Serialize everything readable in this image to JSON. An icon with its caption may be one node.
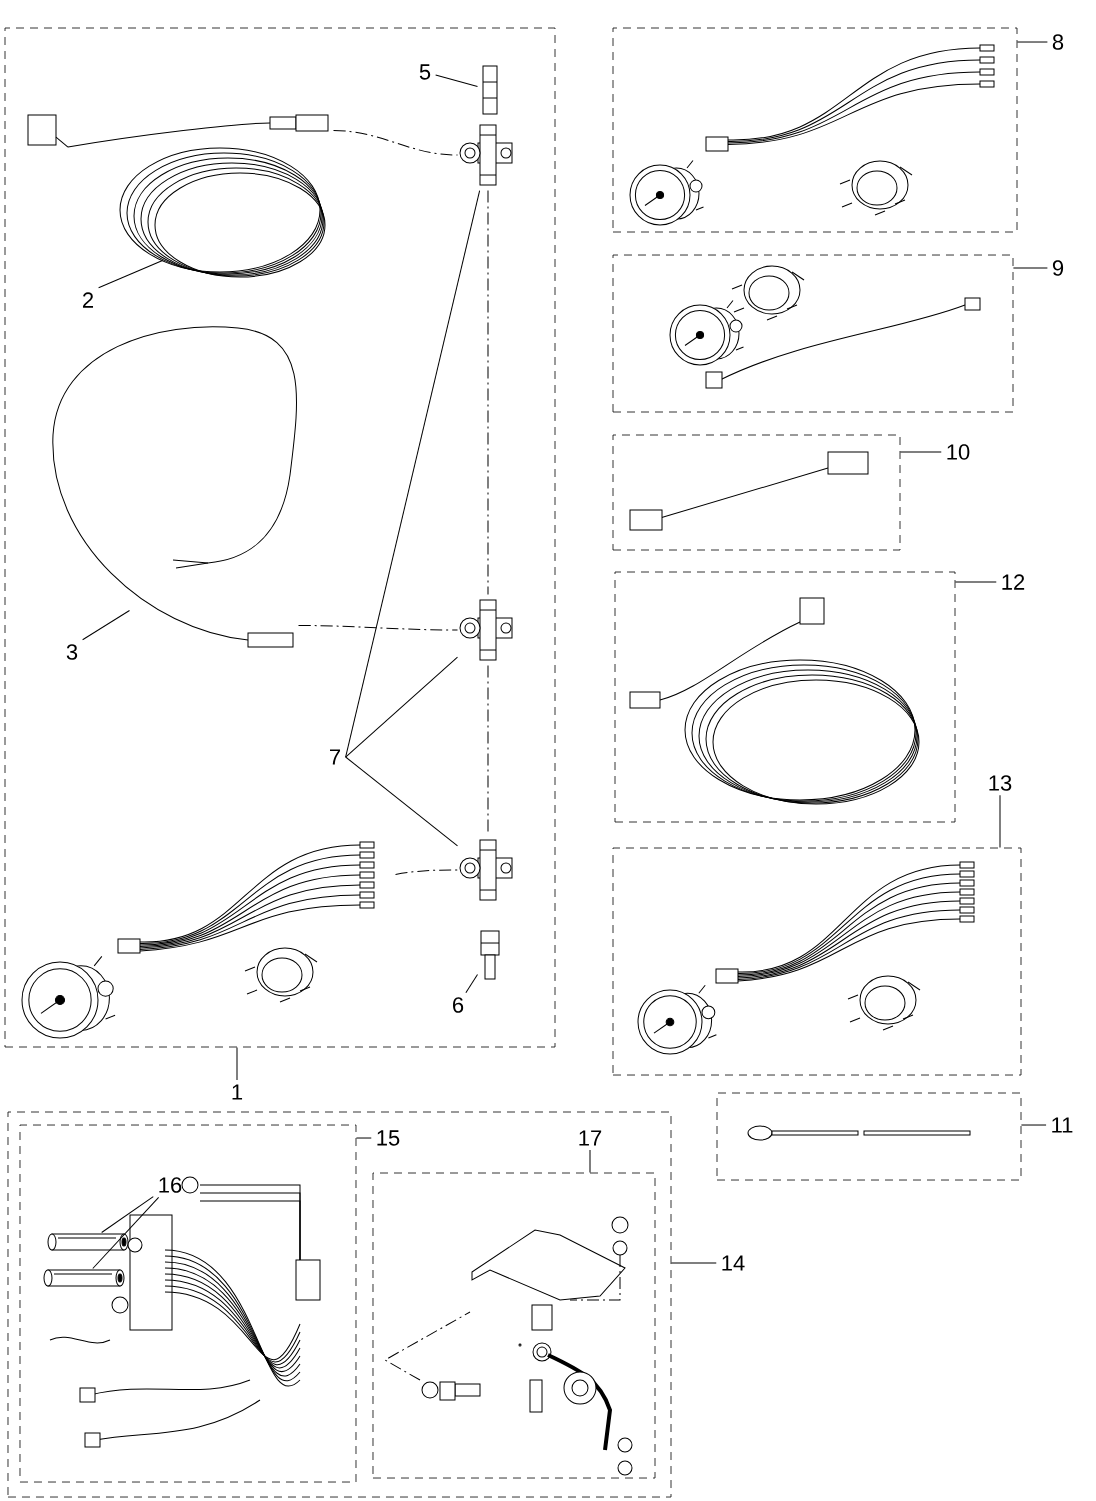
{
  "diagram": {
    "nodes": [
      {
        "text": [],
        "shape": "box"
      },
      {
        "text": [],
        "shape": "box"
      },
      {
        "text": [],
        "shape": "box"
      },
      {
        "text": [],
        "shape": "box"
      },
      {
        "text": [],
        "shape": "box"
      },
      {
        "text": [],
        "shape": "box"
      },
      {
        "text": [],
        "shape": "box"
      },
      {
        "text": [],
        "shape": "box"
      },
      {
        "text": [],
        "shape": "box",
        "in": 7
      },
      {
        "text": [],
        "shape": "box",
        "in": 7
      },
      {
        "text": [],
        "shape": "picture",
        "in": 0
      },
      {
        "text": [],
        "shape": "picture",
        "in": 0
      },
      {
        "text": [],
        "shape": "picture",
        "in": 0
      },
      {
        "text": [],
        "shape": "picture",
        "in": 0
      },
      {
        "text": [],
        "shape": "picture",
        "in": 0
      },
      {
        "text": [],
        "shape": "picture",
        "in": 0
      },
      {
        "text": [],
        "shape": "picture",
        "in": 0
      },
      {
        "text": [],
        "shape": "picture",
        "in": 0
      },
      {
        "text": [],
        "shape": "cylinder",
        "in": 8
      },
      {
        "text": [],
        "shape": "cylinder",
        "in": 8
      },
      {
        "text": [
          "1"
        ]
      },
      {
        "text": [
          "2"
        ],
        "in": 0
      },
      {
        "text": [
          "3"
        ],
        "in": 0
      },
      {
        "text": [
          "5"
        ],
        "in": 0
      },
      {
        "text": [
          "6"
        ],
        "in": 0
      },
      {
        "text": [
          "7"
        ],
        "in": 0
      },
      {
        "text": [
          "8"
        ]
      },
      {
        "text": [
          "9"
        ]
      },
      {
        "text": [
          "10"
        ]
      },
      {
        "text": [
          "12"
        ]
      },
      {
        "text": [
          "13"
        ]
      },
      {
        "text": [
          "11"
        ]
      },
      {
        "text": [
          "14"
        ]
      },
      {
        "text": [
          "15"
        ],
        "in": 7
      },
      {
        "text": [
          "16"
        ],
        "in": 8
      },
      {
        "text": [
          "17"
        ],
        "in": 7
      }
    ],
    "edges": [
      {
        "from": 20,
        "to": 0,
        "arrow": "none"
      },
      {
        "from": 21,
        "to": 12,
        "arrow": "none"
      },
      {
        "from": 22,
        "to": 13,
        "arrow": "none"
      },
      {
        "from": 23,
        "to": 10,
        "arrow": "none"
      },
      {
        "from": 24,
        "to": 16,
        "arrow": "none"
      },
      {
        "from": 25,
        "to": 11,
        "arrow": "none"
      },
      {
        "from": 25,
        "to": 14,
        "arrow": "none"
      },
      {
        "from": 25,
        "to": 15,
        "arrow": "none"
      },
      {
        "from": 26,
        "to": 1,
        "arrow": "none"
      },
      {
        "from": 27,
        "to": 2,
        "arrow": "none"
      },
      {
        "from": 28,
        "to": 3,
        "arrow": "none"
      },
      {
        "from": 29,
        "to": 4,
        "arrow": "none"
      },
      {
        "from": 30,
        "to": 5,
        "arrow": "none"
      },
      {
        "from": 31,
        "to": 6,
        "arrow": "none"
      },
      {
        "from": 32,
        "to": 7,
        "arrow": "none"
      },
      {
        "from": 33,
        "to": 8,
        "arrow": "none"
      },
      {
        "from": 34,
        "to": 18,
        "arrow": "none"
      },
      {
        "from": 34,
        "to": 19,
        "arrow": "none"
      },
      {
        "from": 35,
        "to": 9,
        "arrow": "none"
      },
      {
        "from": 12,
        "to": 11,
        "arrow": "none",
        "style": "dashed"
      },
      {
        "from": 13,
        "to": 14,
        "arrow": "none",
        "style": "dashed"
      },
      {
        "from": 17,
        "to": 15,
        "arrow": "none",
        "style": "dashed"
      },
      {
        "from": 11,
        "to": 14,
        "arrow": "none",
        "style": "dashed"
      },
      {
        "from": 14,
        "to": 15,
        "arrow": "none",
        "style": "dashed"
      }
    ]
  }
}
